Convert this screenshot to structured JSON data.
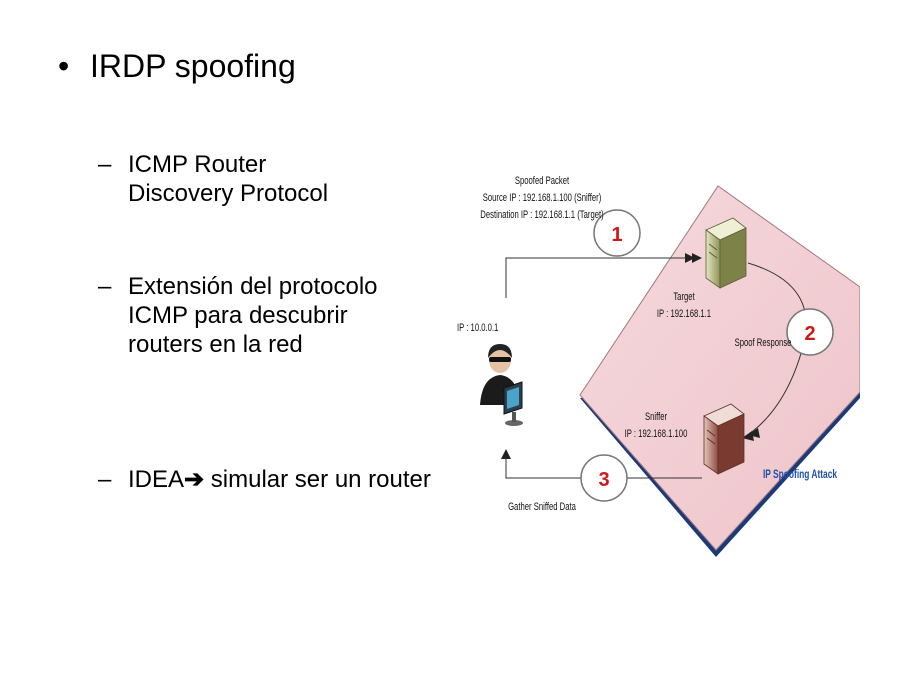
{
  "slide": {
    "bullet": {
      "symbol": "•",
      "text": "IRDP spoofing"
    },
    "sub_items": [
      {
        "dash": "–",
        "text": "ICMP Router Discovery Protocol"
      },
      {
        "dash": "–",
        "text": "Extensión del protocolo ICMP para descubrir routers en la red"
      },
      {
        "dash": "–",
        "text_before": "IDEA",
        "arrow": "➔",
        "text_after": " simular ser un router"
      }
    ]
  },
  "diagram": {
    "spoofed_packet": {
      "title": "Spoofed Packet",
      "source": "Source IP : 192.168.1.100 (Sniffer)",
      "destination": "Destination IP : 192.168.1.1 (Target)"
    },
    "attacker_ip": "IP : 10.0.0.1",
    "target": {
      "name": "Target",
      "ip": "IP : 192.168.1.1"
    },
    "sniffer": {
      "name": "Sniffer",
      "ip": "IP : 192.168.1.100"
    },
    "spoof_response": "Spoof Response",
    "gather": "Gather Sniffed Data",
    "attack_label": "IP Spoofing Attack",
    "steps": [
      "1",
      "2",
      "3"
    ],
    "colors": {
      "panel_fill": "#f2cfd4",
      "panel_edge": "#1c3a78",
      "step_text": "#d01818",
      "attack_label": "#1f4fa8",
      "server_body": "#c9cf9a",
      "sniffer_body": "#c99a8f"
    },
    "icons": [
      "target-server-icon",
      "sniffer-server-icon",
      "hacker-icon",
      "computer-icon"
    ]
  }
}
